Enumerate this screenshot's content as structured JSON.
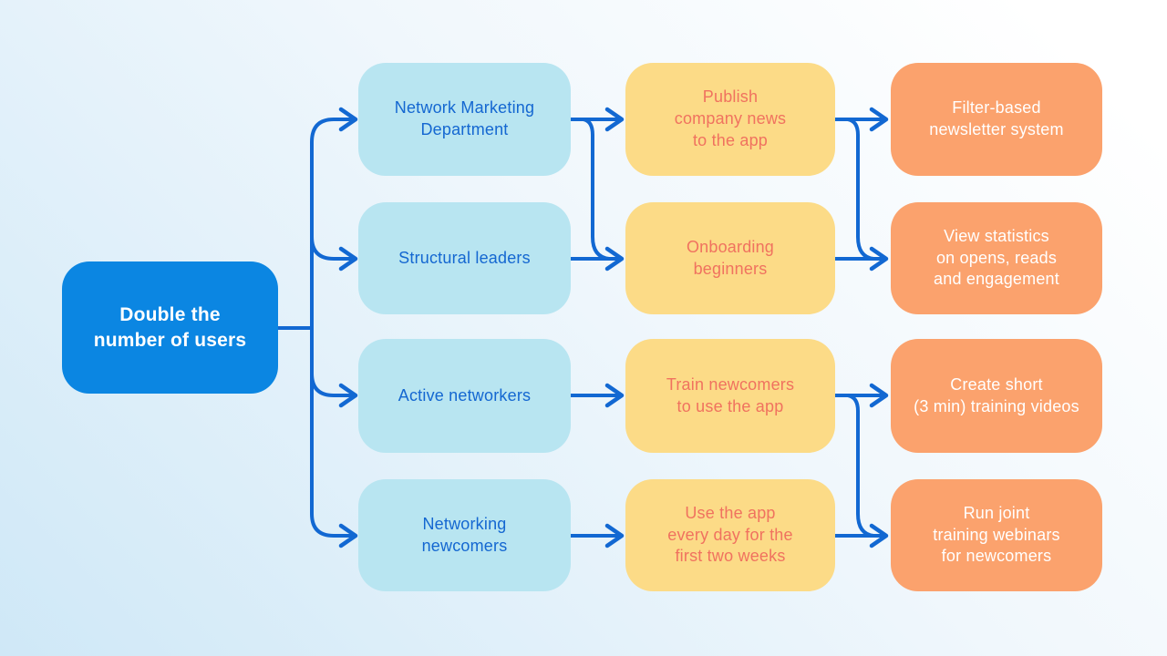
{
  "colors": {
    "root_fill": "#0b86e2",
    "root_text": "#ffffff",
    "audience_fill": "#b8e5f1",
    "audience_text": "#1467d1",
    "action_fill": "#fcdb87",
    "action_text": "#f0725f",
    "outcome_fill": "#fba26d",
    "outcome_text": "#ffffff",
    "connector": "#1268d2",
    "background_top_right": "#ffffff",
    "background_bottom_left": "#cfe8f7"
  },
  "nodes": {
    "root": {
      "id": "root-goal",
      "label": "Double the\nnumber of users"
    },
    "audiences": [
      {
        "id": "network-marketing-department",
        "label": "Network Marketing\nDepartment"
      },
      {
        "id": "structural-leaders",
        "label": "Structural leaders"
      },
      {
        "id": "active-networkers",
        "label": "Active networkers"
      },
      {
        "id": "networking-newcomers",
        "label": "Networking\nnewcomers"
      }
    ],
    "actions": [
      {
        "id": "publish-company-news",
        "label": "Publish\ncompany news\nto the app"
      },
      {
        "id": "onboarding-beginners",
        "label": "Onboarding\nbeginners"
      },
      {
        "id": "train-newcomers",
        "label": "Train newcomers\nto use the app"
      },
      {
        "id": "use-app-daily",
        "label": "Use the app\nevery day for the\nfirst two weeks"
      }
    ],
    "outcomes": [
      {
        "id": "filter-based-newsletter",
        "label": "Filter-based\nnewsletter system"
      },
      {
        "id": "view-statistics",
        "label": "View statistics\non opens, reads\nand engagement"
      },
      {
        "id": "training-videos",
        "label": "Create short\n(3 min) training videos"
      },
      {
        "id": "joint-webinars",
        "label": "Run joint\ntraining webinars\nfor newcomers"
      }
    ]
  },
  "edges": [
    {
      "from": "root-goal",
      "to": "network-marketing-department"
    },
    {
      "from": "root-goal",
      "to": "structural-leaders"
    },
    {
      "from": "root-goal",
      "to": "active-networkers"
    },
    {
      "from": "root-goal",
      "to": "networking-newcomers"
    },
    {
      "from": "network-marketing-department",
      "to": "publish-company-news"
    },
    {
      "from": "network-marketing-department",
      "to": "onboarding-beginners"
    },
    {
      "from": "structural-leaders",
      "to": "onboarding-beginners"
    },
    {
      "from": "active-networkers",
      "to": "train-newcomers"
    },
    {
      "from": "networking-newcomers",
      "to": "use-app-daily"
    },
    {
      "from": "publish-company-news",
      "to": "filter-based-newsletter"
    },
    {
      "from": "publish-company-news",
      "to": "view-statistics"
    },
    {
      "from": "onboarding-beginners",
      "to": "view-statistics"
    },
    {
      "from": "train-newcomers",
      "to": "training-videos"
    },
    {
      "from": "train-newcomers",
      "to": "joint-webinars"
    },
    {
      "from": "use-app-daily",
      "to": "joint-webinars"
    }
  ]
}
